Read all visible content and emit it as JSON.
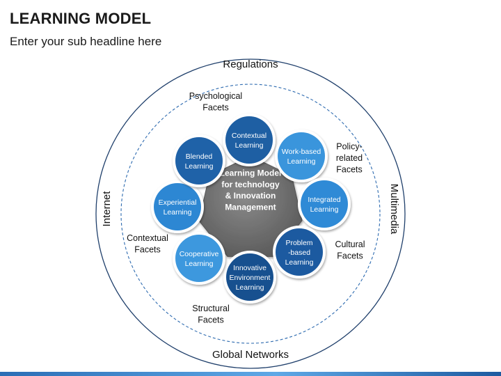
{
  "title": "LEARNING MODEL",
  "subtitle": "Enter your sub headline here",
  "outer_labels": {
    "top": "Regulations",
    "bottom": "Global Networks",
    "left": "Internet",
    "right": "Multimedia"
  },
  "facets": [
    {
      "id": "psychological",
      "lines": [
        "Psychological",
        "Facets"
      ]
    },
    {
      "id": "policy",
      "lines": [
        "Policy-",
        "related",
        "Facets"
      ]
    },
    {
      "id": "cultural",
      "lines": [
        "Cultural",
        "Facets"
      ]
    },
    {
      "id": "structural",
      "lines": [
        "Structural",
        "Facets"
      ]
    },
    {
      "id": "contextual",
      "lines": [
        "Contextual",
        "Facets"
      ]
    }
  ],
  "center": {
    "lines": [
      "Learning Model",
      "for technology",
      "& Innovation",
      "Management"
    ]
  },
  "nodes": [
    {
      "id": "contextual-learning",
      "lines": [
        "Contextual",
        "Learning"
      ],
      "color": "#1e5fa3"
    },
    {
      "id": "work-based-learning",
      "lines": [
        "Work-based",
        "Learning"
      ],
      "color": "#3a95dc"
    },
    {
      "id": "integrated-learning",
      "lines": [
        "Integrated",
        "Learning"
      ],
      "color": "#2f8ad6"
    },
    {
      "id": "problem-based-learning",
      "lines": [
        "Problem",
        "-based",
        "Learning"
      ],
      "color": "#1c5aa0"
    },
    {
      "id": "innovative-environment-learning",
      "lines": [
        "Innovative",
        "Environment",
        "Learning"
      ],
      "color": "#17508f"
    },
    {
      "id": "cooperative-learning",
      "lines": [
        "Cooperative",
        "Learning"
      ],
      "color": "#3d98de"
    },
    {
      "id": "experiential-learning",
      "lines": [
        "Experiential",
        "Learning"
      ],
      "color": "#2d87d3"
    },
    {
      "id": "blended-learning",
      "lines": [
        "Blended",
        "Learning"
      ],
      "color": "#1f62a8"
    }
  ]
}
